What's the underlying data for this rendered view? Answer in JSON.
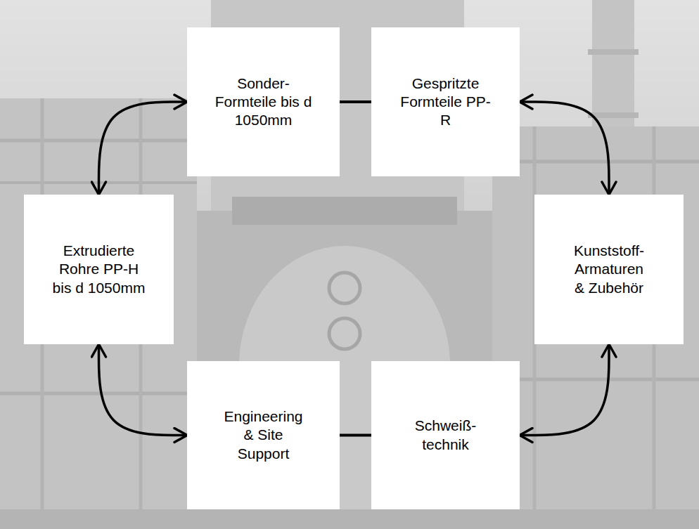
{
  "diagram": {
    "nodes": [
      {
        "text": [
          "Sonder- Formteile bis d 1050mm"
        ]
      },
      {
        "text": [
          "Gespritzte Formteile PP-R"
        ]
      },
      {
        "text": [
          "Extrudierte Rohre PP-H bis d 1050mm"
        ]
      },
      {
        "text": [
          "Kunststoff- Armaturen & Zubehör"
        ]
      },
      {
        "text": [
          "Engineering & Site Support"
        ]
      },
      {
        "text": [
          "Schweiß- technik"
        ]
      }
    ],
    "edges": [
      {
        "from": 0,
        "to": 1,
        "arrow": "none"
      },
      {
        "from": 1,
        "to": 3,
        "arrow": "both"
      },
      {
        "from": 3,
        "to": 5,
        "arrow": "both"
      },
      {
        "from": 4,
        "to": 5,
        "arrow": "none"
      },
      {
        "from": 2,
        "to": 4,
        "arrow": "both"
      },
      {
        "from": 0,
        "to": 2,
        "arrow": "both"
      }
    ]
  }
}
